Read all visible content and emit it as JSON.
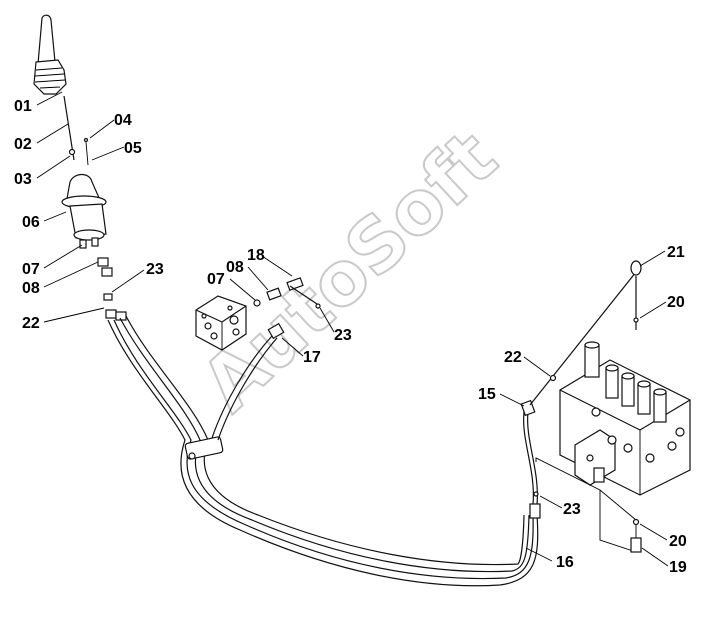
{
  "watermark": "AutoSoft",
  "callouts": [
    {
      "id": "01",
      "text": "01"
    },
    {
      "id": "02",
      "text": "02"
    },
    {
      "id": "03",
      "text": "03"
    },
    {
      "id": "04",
      "text": "04"
    },
    {
      "id": "05",
      "text": "05"
    },
    {
      "id": "06",
      "text": "06"
    },
    {
      "id": "07a",
      "text": "07"
    },
    {
      "id": "08a",
      "text": "08"
    },
    {
      "id": "23a",
      "text": "23"
    },
    {
      "id": "22a",
      "text": "22"
    },
    {
      "id": "18",
      "text": "18"
    },
    {
      "id": "07b",
      "text": "07"
    },
    {
      "id": "08b",
      "text": "08"
    },
    {
      "id": "23b",
      "text": "23"
    },
    {
      "id": "17",
      "text": "17"
    },
    {
      "id": "21",
      "text": "21"
    },
    {
      "id": "20a",
      "text": "20"
    },
    {
      "id": "22b",
      "text": "22"
    },
    {
      "id": "15",
      "text": "15"
    },
    {
      "id": "23c",
      "text": "23"
    },
    {
      "id": "20b",
      "text": "20"
    },
    {
      "id": "16",
      "text": "16"
    },
    {
      "id": "19",
      "text": "19"
    }
  ]
}
